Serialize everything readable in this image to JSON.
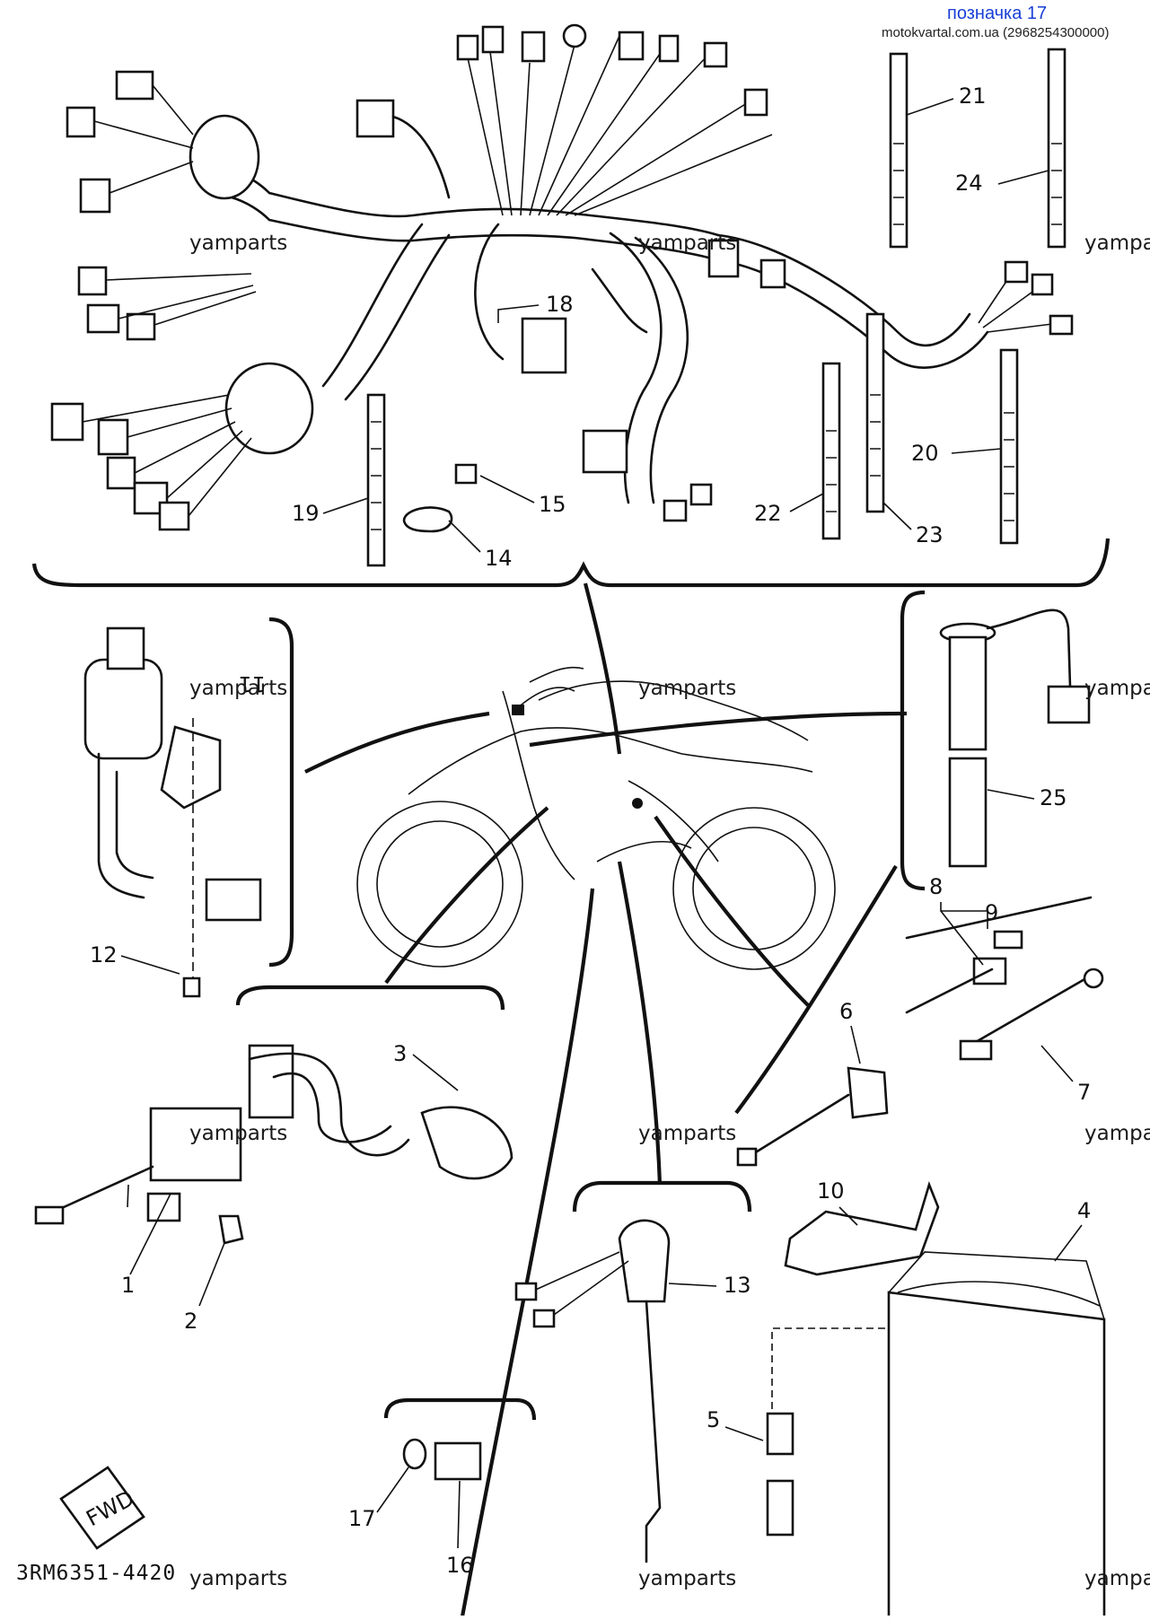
{
  "header": {
    "title": "позначка 17",
    "site": "motokvartal.com.ua (2968254300000)"
  },
  "watermarks": [
    "yamparts",
    "yamparts",
    "yampa",
    "yamparts",
    "yamparts",
    "yampa",
    "yamparts",
    "yamparts",
    "yampa",
    "yamparts",
    "yamparts",
    "yampa"
  ],
  "diagram_code": "3RM6351-4420",
  "fwd_label": "FWD",
  "callouts": [
    "1",
    "2",
    "3",
    "4",
    "5",
    "6",
    "7",
    "8",
    "9",
    "10",
    "11",
    "12",
    "13",
    "14",
    "15",
    "16",
    "17",
    "18",
    "19",
    "20",
    "21",
    "22",
    "23",
    "24",
    "25"
  ]
}
